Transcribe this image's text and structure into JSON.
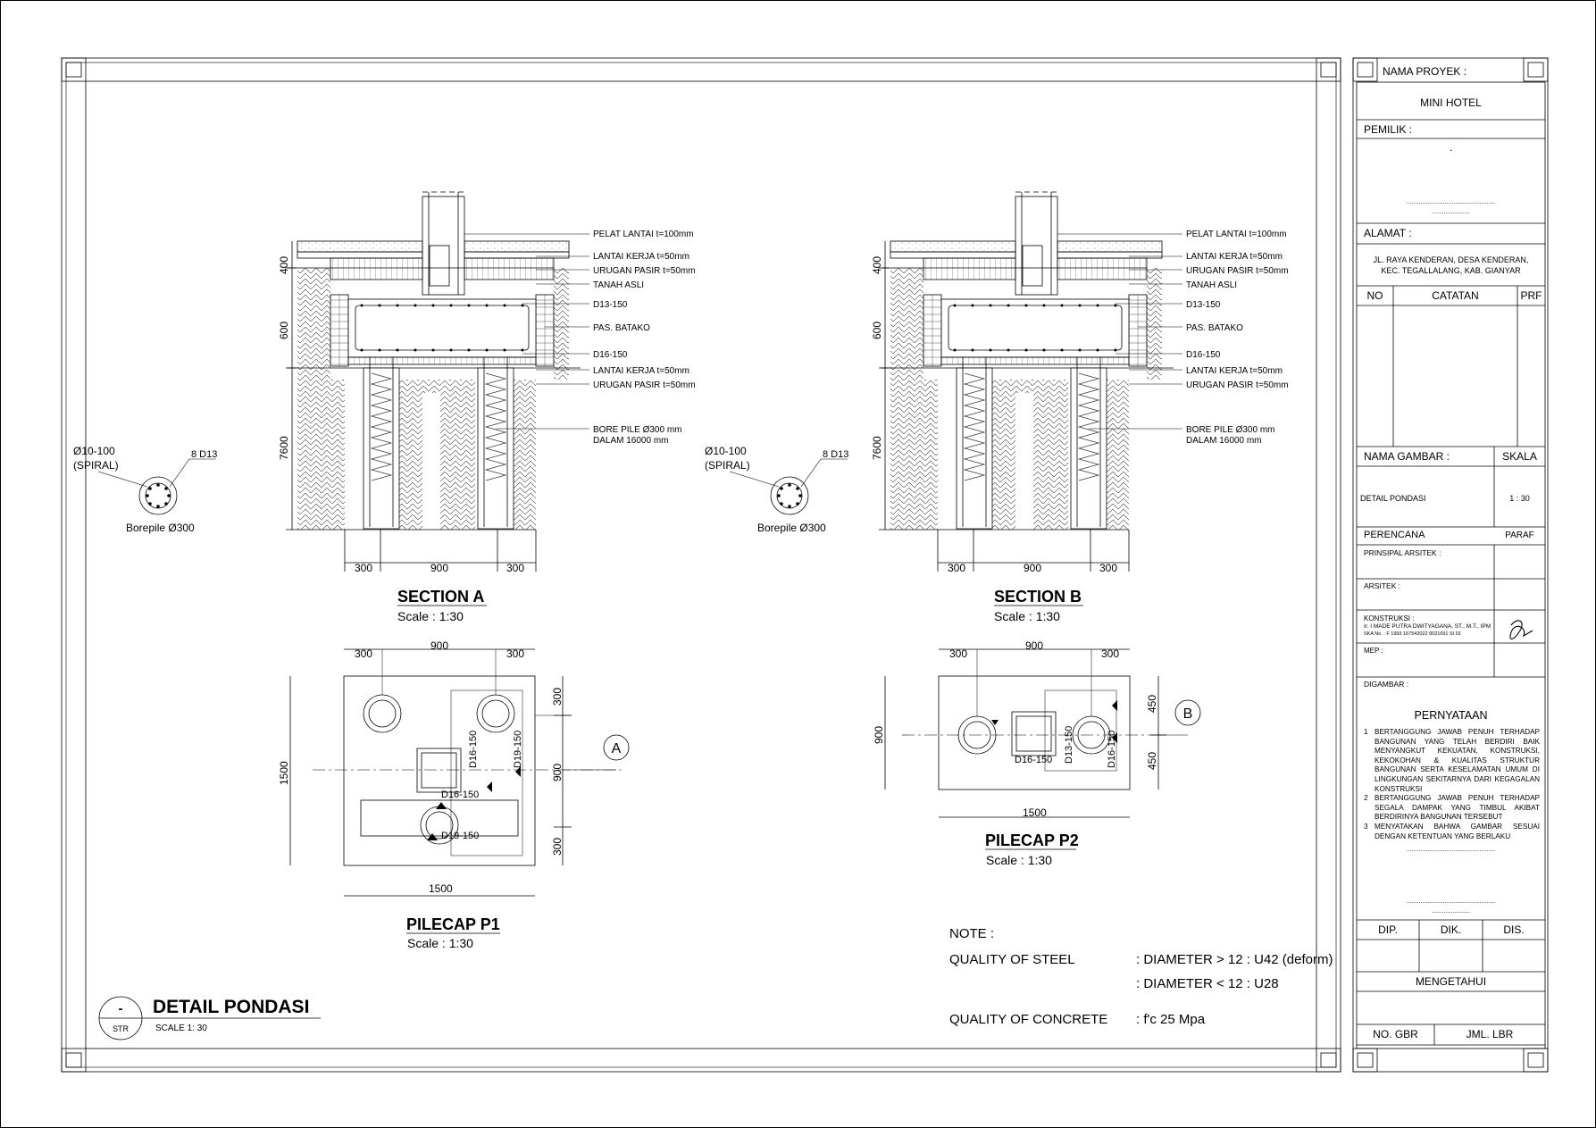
{
  "drawing": {
    "title": "DETAIL PONDASI",
    "scale_note": "SCALE 1:  30",
    "bubble_top": "-",
    "bubble_bottom": "STR"
  },
  "sections": [
    {
      "title": "SECTION A",
      "scale": "Scale : 1:30",
      "callouts": [
        "PELAT LANTAI t=100mm",
        "LANTAI KERJA t=50mm",
        "URUGAN PASIR t=50mm",
        "TANAH ASLI",
        "D13-150",
        "PAS. BATAKO",
        "D16-150",
        "LANTAI KERJA t=50mm",
        "URUGAN PASIR t=50mm",
        "BORE PILE Ø300 mm",
        "DALAM 16000 mm"
      ],
      "dims_vertical": [
        "400",
        "600",
        "7600"
      ],
      "dims_bottom": [
        "300",
        "900",
        "300"
      ]
    },
    {
      "title": "SECTION B",
      "scale": "Scale : 1:30",
      "callouts": [
        "PELAT LANTAI t=100mm",
        "LANTAI KERJA t=50mm",
        "URUGAN PASIR t=50mm",
        "TANAH ASLI",
        "D13-150",
        "PAS. BATAKO",
        "D16-150",
        "LANTAI KERJA t=50mm",
        "URUGAN PASIR t=50mm",
        "BORE PILE Ø300 mm",
        "DALAM 16000 mm"
      ],
      "dims_vertical": [
        "400",
        "600",
        "7600"
      ],
      "dims_bottom": [
        "300",
        "900",
        "300"
      ]
    }
  ],
  "borepile": {
    "spiral": "Ø10-100",
    "spiral_sub": "(SPIRAL)",
    "main_bar": "8 D13",
    "label": "Borepile Ø300"
  },
  "pilecaps": [
    {
      "title": "PILECAP P1",
      "scale": "Scale : 1:30",
      "dims_top": [
        "300",
        "900",
        "300"
      ],
      "dim_bottom": "1500",
      "dim_left": "1500",
      "dims_right": [
        "300",
        "900",
        "300"
      ],
      "bars": [
        "D16-150",
        "D19-150",
        "D16-150",
        "D19-150"
      ],
      "marker": "A"
    },
    {
      "title": "PILECAP P2",
      "scale": "Scale : 1:30",
      "dims_top": [
        "300",
        "900",
        "300"
      ],
      "dim_bottom": "1500",
      "dim_left": "900",
      "dims_right": [
        "450",
        "450"
      ],
      "bars": [
        "D16-150",
        "D13-150",
        "D16-150"
      ],
      "marker": "B"
    }
  ],
  "notes": {
    "heading": "NOTE :",
    "steel_label": "QUALITY OF STEEL",
    "steel_1": ": DIAMETER > 12 : U42 (deform)",
    "steel_2": ": DIAMETER < 12 : U28",
    "concrete_label": "QUALITY OF CONCRETE",
    "concrete_value": ": f'c 25 Mpa"
  },
  "title_block": {
    "project_label": "NAMA PROYEK :",
    "project": "MINI HOTEL",
    "owner_label": "PEMILIK :",
    "owner": ".",
    "owner_sig": "...................................................",
    "owner_sig2": "......................",
    "address_label": "ALAMAT :",
    "address_1": "JL. RAYA KENDERAN, DESA KENDERAN,",
    "address_2": "KEC. TEGALLALANG, KAB. GIANYAR",
    "col_no": "NO",
    "col_note": "CATATAN",
    "col_prf": "PRF",
    "drawing_name_label": "NAMA GAMBAR :",
    "scale_label": "SKALA",
    "drawing_name": "DETAIL PONDASI",
    "scale_value": "1 :  30",
    "planner_label": "PERENCANA",
    "paraf_label": "PARAF",
    "principal_label": "PRINSIPAL ARSITEK :",
    "architect_label": "ARSITEK :",
    "construction_label": "KONSTRUKSI :",
    "construction_name": "Ir. I MADE PUTRA DWITYAGANA, ST., M.T., IPM",
    "construction_ska": "SKA No. : F 1993 167542022 0021691 SI 01",
    "mep_label": "MEP :",
    "drawn_label": "DIGAMBAR :",
    "statement_title": "PERNYATAAN",
    "statement_1": "BERTANGGUNG JAWAB PENUH TERHADAP BANGUNAN YANG TELAH BERDIRI BAIK MENYANGKUT KEKUATAN, KONSTRUKSI, KEKOKOHAN & KUALITAS STRUKTUR BANGUNAN SERTA KESELAMATAN UMUM DI LINGKUNGAN SEKITARNYA DARI KEGAGALAN KONSTRUKSI",
    "statement_2": "BERTANGGUNG JAWAB PENUH TERHADAP SEGALA DAMPAK YANG TIMBUL AKIBAT BERDIRINYA BANGUNAN TERSEBUT",
    "statement_3": "MENYATAKAN BAHWA GAMBAR SESUAI DENGAN KETENTUAN YANG BERLAKU",
    "stmt_num_1": "1",
    "stmt_num_2": "2",
    "stmt_num_3": "3",
    "stmt_sig": "...................................................",
    "stmt_sig2": "...................................................",
    "stmt_sig3": "......................",
    "dip": "DIP.",
    "dik": "DIK.",
    "dis": "DIS.",
    "acknowledge": "MENGETAHUI",
    "sheet_no": "NO. GBR",
    "sheet_count": "JML. LBR"
  }
}
